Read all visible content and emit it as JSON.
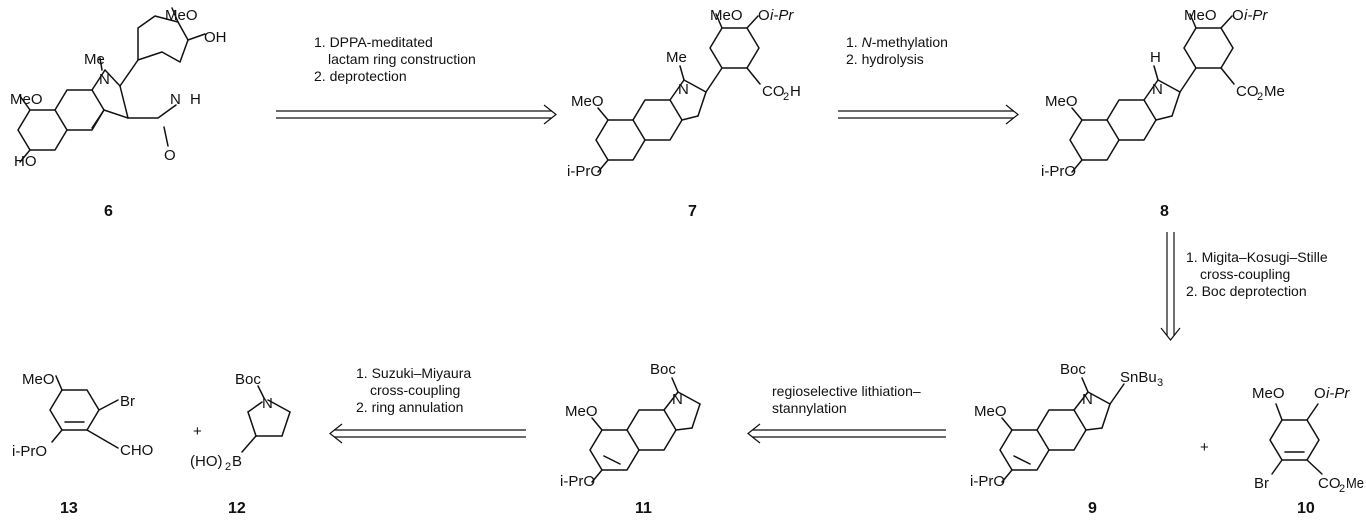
{
  "compounds": {
    "c6": {
      "label": "6",
      "groups": {
        "ome_a": "MeO",
        "oh_a": "OH",
        "me": "Me",
        "n": "N",
        "nh_n": "N",
        "nh_h": "H",
        "ome_b": "MeO",
        "oh_b": "HO",
        "o": "O"
      }
    },
    "c7": {
      "label": "7",
      "groups": {
        "ome_a": "MeO",
        "oipr_o": "O",
        "oipr_r": "i-Pr",
        "me": "Me",
        "n": "N",
        "co2h_a": "CO",
        "co2h_2": "2",
        "co2h_b": "H",
        "ome_b": "MeO",
        "oipr_b": "i-PrO"
      }
    },
    "c8": {
      "label": "8",
      "groups": {
        "ome_a": "MeO",
        "oipr_o": "O",
        "oipr_r": "i-Pr",
        "h": "H",
        "n": "N",
        "co2me_a": "CO",
        "co2me_2": "2",
        "co2me_b": "Me",
        "ome_b": "MeO",
        "oipr_b": "i-PrO"
      }
    },
    "c9": {
      "label": "9",
      "groups": {
        "boc": "Boc",
        "n": "N",
        "sn_a": "SnBu",
        "sn_3": "3",
        "ome": "MeO",
        "oipr": "i-PrO"
      }
    },
    "c10": {
      "label": "10",
      "groups": {
        "ome": "MeO",
        "oipr_o": "O",
        "oipr_r": "i-Pr",
        "br": "Br",
        "co2me_a": "CO",
        "co2me_2": "2",
        "co2me_b": "Me"
      }
    },
    "c11": {
      "label": "11",
      "groups": {
        "boc": "Boc",
        "n": "N",
        "ome": "MeO",
        "oipr": "i-PrO"
      }
    },
    "c12": {
      "label": "12",
      "groups": {
        "boc": "Boc",
        "n": "N",
        "ho_a": "(HO)",
        "ho_2": "2",
        "b": "B"
      }
    },
    "c13": {
      "label": "13",
      "groups": {
        "ome": "MeO",
        "br": "Br",
        "oipr": "i-PrO",
        "cho": "CHO"
      }
    }
  },
  "plus_sign": "+",
  "steps": {
    "s1": {
      "line1": "1. DPPA-meditated",
      "line2": "lactam ring construction",
      "line3": "2. deprotection"
    },
    "s2": {
      "line1_a": "1. ",
      "line1_n": "N",
      "line1_b": "-methylation",
      "line2": "2. hydrolysis"
    },
    "s3": {
      "line1": "1. Migita–Kosugi–Stille",
      "line2": "cross-coupling",
      "line3": "2. Boc deprotection"
    },
    "s4": {
      "line1": "regioselective lithiation–",
      "line2": "stannylation"
    },
    "s5": {
      "line1": "1. Suzuki–Miyaura",
      "line2": "cross-coupling",
      "line3": "2. ring annulation"
    }
  }
}
